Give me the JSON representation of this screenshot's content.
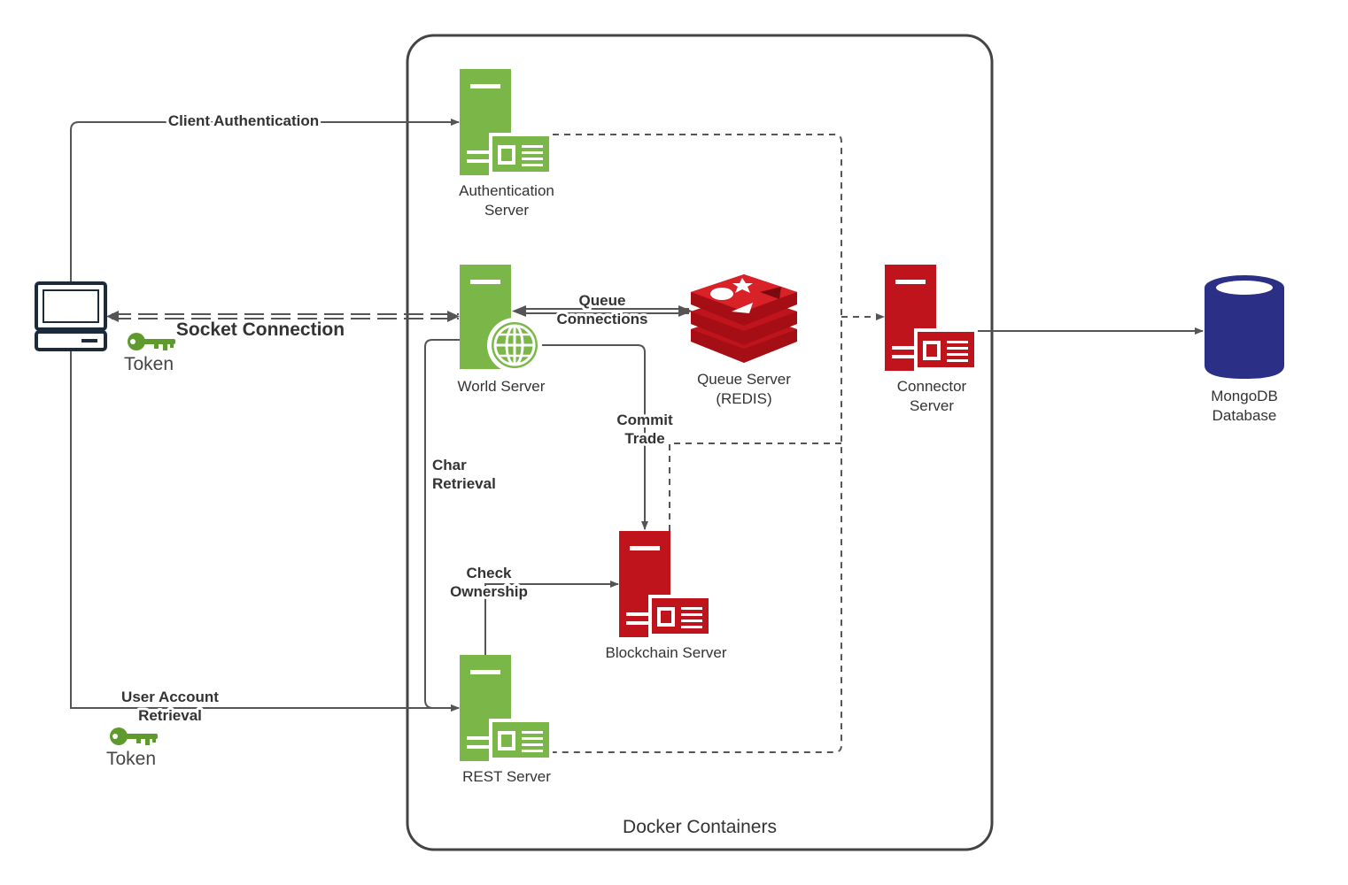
{
  "colors": {
    "server_green": "#7ab648",
    "server_red": "#c0141c",
    "database_blue": "#2b2f86",
    "container_border": "#444444",
    "line": "#555555",
    "key_green": "#5f9a2d"
  },
  "container": {
    "label": "Docker Containers"
  },
  "nodes": {
    "client": {
      "icon": "laptop-icon"
    },
    "auth": {
      "line1": "Authentication",
      "line2": "Server",
      "icon": "server-icon"
    },
    "world": {
      "label": "World Server",
      "icon": "globe-server-icon"
    },
    "queue": {
      "line1": "Queue Server",
      "line2": "(REDIS)",
      "icon": "redis-icon"
    },
    "connector": {
      "line1": "Connector",
      "line2": "Server",
      "icon": "server-icon"
    },
    "mongo": {
      "line1": "MongoDB",
      "line2": "Database",
      "icon": "database-icon"
    },
    "blockchain": {
      "label": "Blockchain Server",
      "icon": "server-icon"
    },
    "rest": {
      "label": "REST Server",
      "icon": "server-icon"
    }
  },
  "edges": {
    "client_auth": "Client Authentication",
    "socket": "Socket Connection",
    "queue_conn": {
      "line1": "Queue",
      "line2": "Connections"
    },
    "commit_trade": {
      "line1": "Commit",
      "line2": "Trade"
    },
    "char_retrieval": {
      "line1": "Char",
      "line2": "Retrieval"
    },
    "check_ownership": {
      "line1": "Check",
      "line2": "Ownership"
    },
    "user_account": {
      "line1": "User Account",
      "line2": "Retrieval"
    }
  },
  "tokens": {
    "socket": "Token",
    "rest": "Token",
    "icon": "key-icon"
  }
}
